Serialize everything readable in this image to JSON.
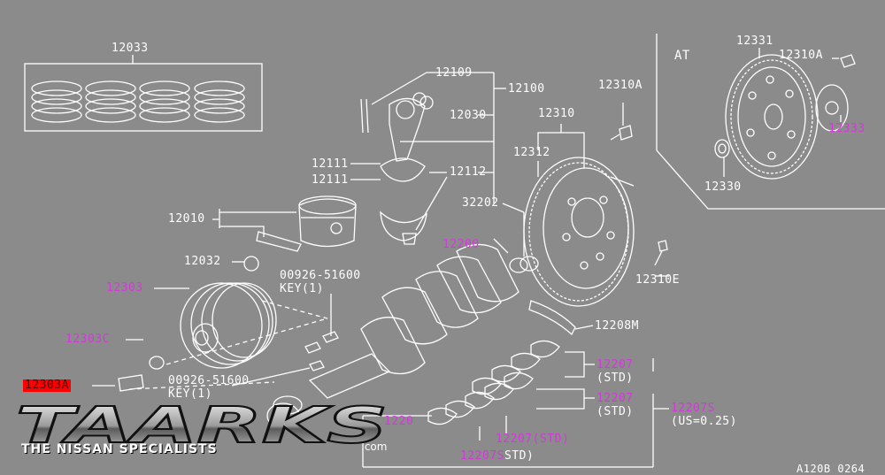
{
  "labels": {
    "p12033": "12033",
    "p12109": "12109",
    "p12100": "12100",
    "p12030": "12030",
    "p12111a": "12111",
    "p12111b": "12111",
    "p12112": "12112",
    "p12010": "12010",
    "p12032": "12032",
    "p00926a": "00926-51600",
    "key1a": "KEY(1)",
    "p00926b": "00926-51600",
    "key1b": "KEY(1)",
    "p12303": "12303",
    "p12303c": "12303C",
    "p12303a": "12303A",
    "p32202": "32202",
    "p12200": "12200",
    "p12310": "12310",
    "p12310a": "12310A",
    "p12312": "12312",
    "p12310e": "12310E",
    "p12208m": "12208M",
    "p12207a": "12207",
    "stda": "(STD)",
    "p12207b": "12207",
    "stdb": "(STD)",
    "p12207s": "12207S",
    "os": "(US=0.25)",
    "p12207std": "12207(STD)",
    "p12207sstd_a": "12207S",
    "p12207sstd_b": "STD)",
    "p1220x": "1220",
    "at": "AT",
    "p12331": "12331",
    "p12310a_at": "12310A",
    "p12333": "12333",
    "p12330": "12330",
    "code": "A120B 0264"
  },
  "logo": {
    "main": "TAARKS",
    "sub": "THE NISSAN SPECIALISTS",
    "com": ".com"
  },
  "colors": {
    "background": "#8b8b8b",
    "line": "#ffffff",
    "part_link": "#d23ad8",
    "highlight": "#ff0000"
  }
}
